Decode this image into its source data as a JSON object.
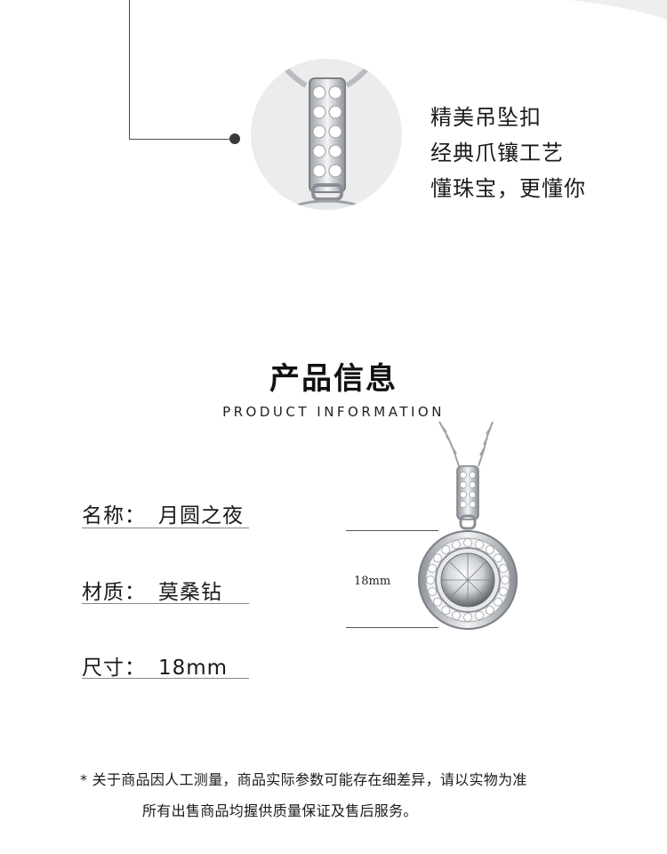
{
  "features": [
    "精美吊坠扣",
    "经典爪镶工艺",
    "懂珠宝，更懂你"
  ],
  "section": {
    "title": "产品信息",
    "subtitle": "PRODUCT INFORMATION"
  },
  "specs": [
    {
      "label": "名称：",
      "value": "月圆之夜"
    },
    {
      "label": "材质：",
      "value": "莫桑钻"
    },
    {
      "label": "尺寸：",
      "value": "18mm"
    }
  ],
  "dimension_label": "18mm",
  "notes": [
    "* 关于商品因人工测量，商品实际参数可能存在细差异，请以实物为准",
    "所有出售商品均握供质量保证及售后服务。"
  ],
  "colors": {
    "silver": "#d9dbde",
    "detail_bg": "#ececec",
    "text": "#1a1a1a"
  }
}
